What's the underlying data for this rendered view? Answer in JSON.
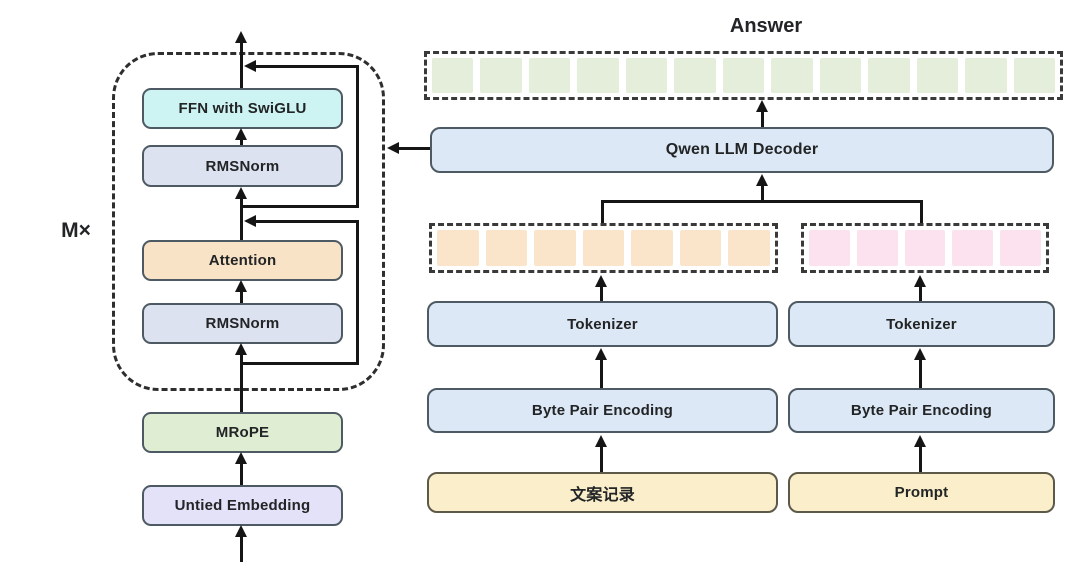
{
  "colors": {
    "line": "#151515",
    "text": "#222426",
    "dash_border": "#2e2e2e",
    "box_border": "#4e5a63",
    "yellow_border": "#5d5949",
    "cyan": "#cdf4f2",
    "lavender": "#dde2f0",
    "peach": "#f8e3c7",
    "green": "#dfeed3",
    "purple": "#e4e2f8",
    "blue": "#dce8f5",
    "yellow": "#faefca",
    "token_green": "#e4eeda",
    "token_orange": "#fae5cb",
    "token_pink": "#fbe2ee"
  },
  "left_block": {
    "multiplier_label": "M×",
    "ffn_label": "FFN with SwiGLU",
    "rmsnorm_top_label": "RMSNorm",
    "attention_label": "Attention",
    "rmsnorm_bottom_label": "RMSNorm",
    "mrope_label": "MRoPE",
    "embedding_label": "Untied Embedding"
  },
  "right_block": {
    "answer_label": "Answer",
    "decoder_label": "Qwen LLM Decoder",
    "left_column": {
      "tokenizer_label": "Tokenizer",
      "bpe_label": "Byte Pair Encoding",
      "input_label": "文案记录"
    },
    "right_column": {
      "tokenizer_label": "Tokenizer",
      "bpe_label": "Byte Pair Encoding",
      "input_label": "Prompt"
    }
  },
  "token_strips": [
    {
      "id": "answer",
      "count": 13,
      "color_key": "token_green"
    },
    {
      "id": "context",
      "count": 7,
      "color_key": "token_orange"
    },
    {
      "id": "prompt",
      "count": 5,
      "color_key": "token_pink"
    }
  ]
}
